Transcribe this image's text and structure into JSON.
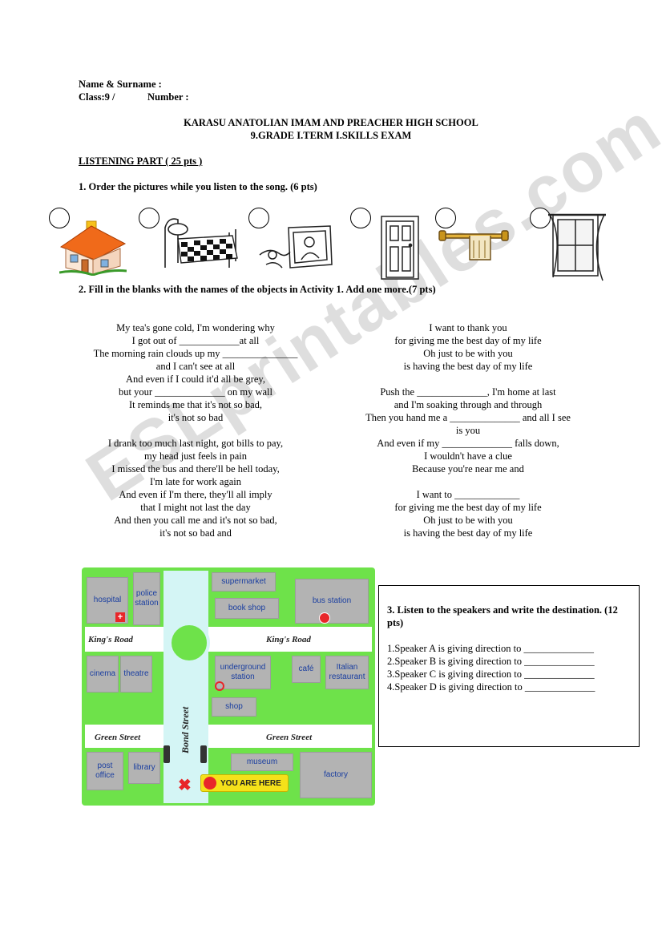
{
  "header": {
    "name_label": "Name & Surname :",
    "class_label": "Class:9 /",
    "number_label": "Number :",
    "school": "KARASU ANATOLIAN IMAM AND PREACHER HIGH SCHOOL",
    "exam": "9.GRADE I.TERM I.SKILLS EXAM",
    "section": "LISTENING PART ( 25 pts )"
  },
  "q1": {
    "title": "1. Order the pictures while you listen to the song. (6 pts)",
    "pictures": [
      "house-icon",
      "bed-icon",
      "picture-frame-icon",
      "door-icon",
      "towel-rail-icon",
      "window-icon"
    ]
  },
  "q2": {
    "title": "2. Fill in the blanks with the names of the objects in Activity 1. Add one more.(7 pts)",
    "left_stanza1": [
      "My tea's gone cold, I'm wondering why",
      "I got out of ____________at all",
      "The morning rain clouds up my _______________",
      "and I can't see at all",
      "And even if I could it'd all be grey,",
      "but your ______________ on my wall",
      "It reminds me that it's not so bad,",
      "it's not so bad"
    ],
    "left_stanza2": [
      "I drank too much last night, got bills to pay,",
      "my head just feels in pain",
      "I missed the bus and there'll be hell today,",
      "I'm late for work again",
      "And even if I'm there, they'll all imply",
      "that I might not last the day",
      "And then you call me and it's not so bad,",
      "it's not so bad and"
    ],
    "right_stanza1": [
      "I want to thank you",
      "for giving me the best day of my life",
      "Oh just to be with you",
      "is having the best day of my life"
    ],
    "right_stanza2": [
      "Push the ______________, I'm home at last",
      "and I'm soaking through and through",
      "Then you hand me a ______________ and all I see",
      "is you",
      "And even if my ______________ falls down,",
      "I wouldn't have a clue",
      "Because you're near me and"
    ],
    "right_stanza3": [
      "I want to _____________",
      "for giving me the best day of my life",
      "Oh just to be with you",
      "is having the best day of my life"
    ]
  },
  "map": {
    "hospital": "hospital",
    "police": "police station",
    "supermarket": "supermarket",
    "bus_station": "bus station",
    "book_shop": "book shop",
    "kings_road_left": "King's Road",
    "kings_road_right": "King's Road",
    "cinema": "cinema",
    "theatre": "theatre",
    "underground": "underground station",
    "cafe": "café",
    "italian": "Italian restaurant",
    "shop": "shop",
    "bond_street": "Bond Street",
    "green_street_left": "Green Street",
    "green_street_right": "Green Street",
    "post_office": "post office",
    "library": "library",
    "museum": "museum",
    "factory": "factory",
    "you_are_here": "YOU ARE HERE",
    "colors": {
      "grass": "#6ee24a",
      "block": "#b3b3b3",
      "label": "#1a3ea0",
      "highlight": "#f5e11a"
    }
  },
  "q3": {
    "title": "3. Listen to the speakers and write the destination. (12 pts)",
    "lines": [
      "1.Speaker A is giving direction to ______________",
      "2.Speaker B is giving direction to ______________",
      "3.Speaker C is giving direction to ______________",
      "4.Speaker D is giving direction to ______________"
    ]
  },
  "watermark": "ESLprintables.com"
}
